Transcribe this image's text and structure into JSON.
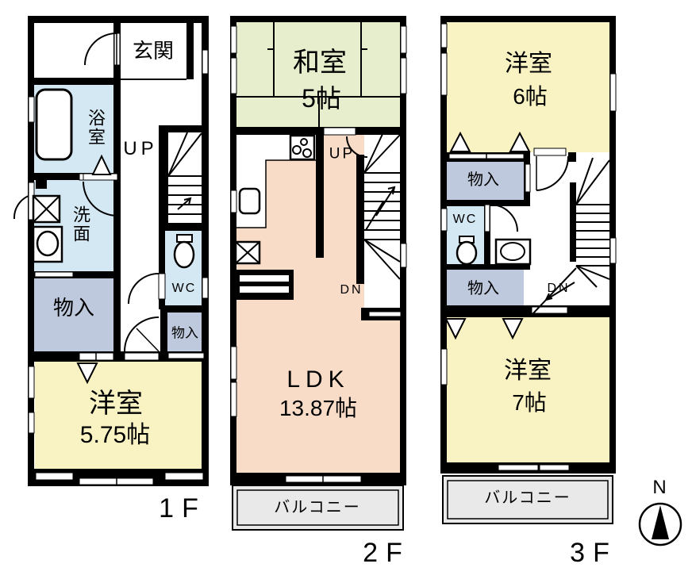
{
  "colors": {
    "wall": "#000000",
    "tatami_room": "#e7eecd",
    "western_room": "#f9f3c3",
    "ldk": "#f9dcc8",
    "wet_area": "#d4e8f4",
    "storage": "#bec9dd",
    "balcony": "#e9e9e9",
    "background": "#ffffff"
  },
  "compass": {
    "north_label": "N"
  },
  "floor_1f": {
    "floor_label": "1F",
    "rooms": {
      "entrance": "玄関",
      "bathroom": "浴室",
      "stairs_up": "UP",
      "washroom": "洗面",
      "toilet": "WC",
      "storage_left": "物入",
      "storage_right": "物入",
      "western_room": "洋室",
      "western_room_size": "5.75帖"
    }
  },
  "floor_2f": {
    "floor_label": "2F",
    "rooms": {
      "tatami_room": "和室",
      "tatami_room_size": "5帖",
      "stairs_up": "UP",
      "stairs_down": "DN",
      "ldk": "LDK",
      "ldk_size": "13.87帖",
      "balcony": "バルコニー"
    }
  },
  "floor_3f": {
    "floor_label": "3F",
    "rooms": {
      "western_room_6": "洋室",
      "western_room_6_size": "6帖",
      "storage_top": "物入",
      "toilet": "WC",
      "storage_bottom": "物入",
      "stairs_down": "DN",
      "western_room_7": "洋室",
      "western_room_7_size": "7帖",
      "balcony": "バルコニー"
    }
  }
}
